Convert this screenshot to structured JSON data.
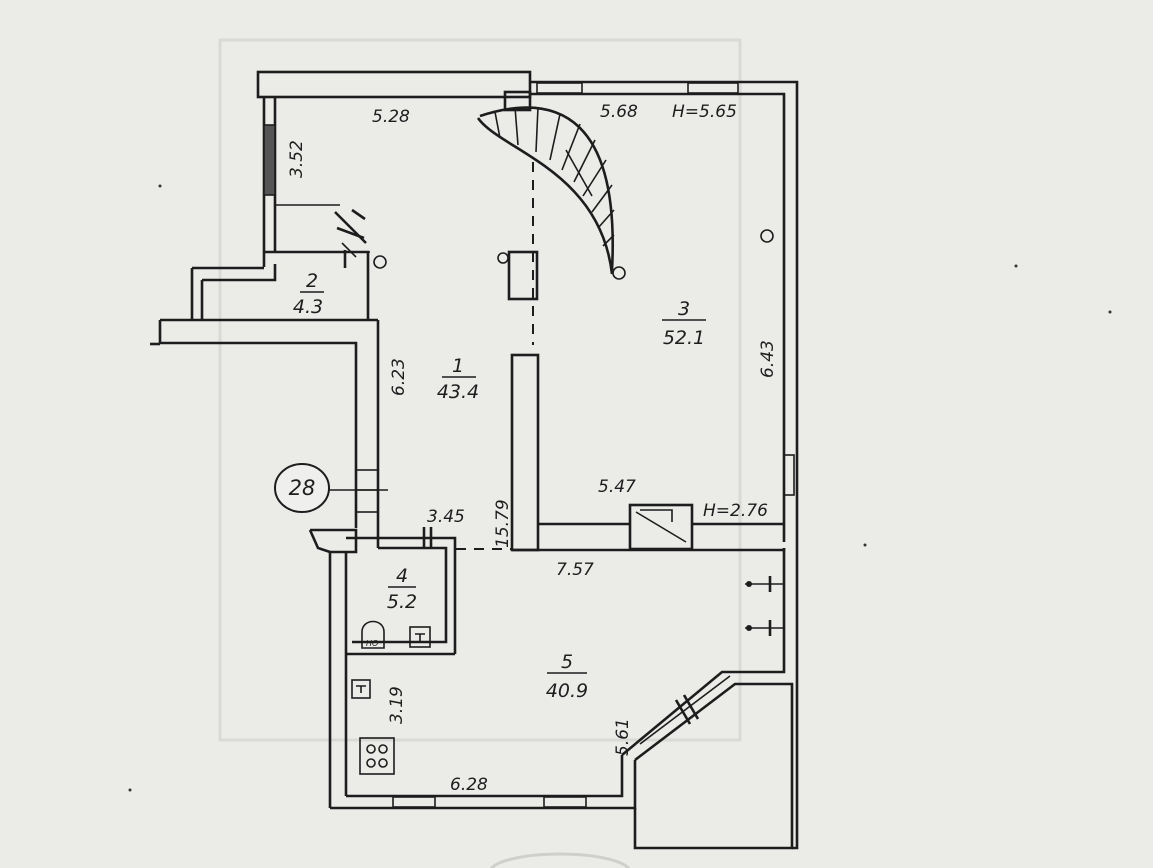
{
  "plan": {
    "marker": "28",
    "rooms": [
      {
        "num": "1",
        "area": "43.4"
      },
      {
        "num": "2",
        "area": "4.3"
      },
      {
        "num": "3",
        "area": "52.1"
      },
      {
        "num": "4",
        "area": "5.2"
      },
      {
        "num": "5",
        "area": "40.9"
      }
    ],
    "dims": {
      "d_5_28": "5.28",
      "d_5_68": "5.68",
      "h_5_65": "H=5.65",
      "d_3_52": "3.52",
      "d_6_23": "6.23",
      "d_6_43": "6.43",
      "d_15_79": "15.79",
      "d_5_47": "5.47",
      "h_2_76": "H=2.76",
      "d_3_45": "3.45",
      "d_7_57": "7.57",
      "d_3_19": "3.19",
      "d_5_61": "5.61",
      "d_6_28": "6.28"
    },
    "fixtures": {
      "wc_label": "НО"
    }
  }
}
